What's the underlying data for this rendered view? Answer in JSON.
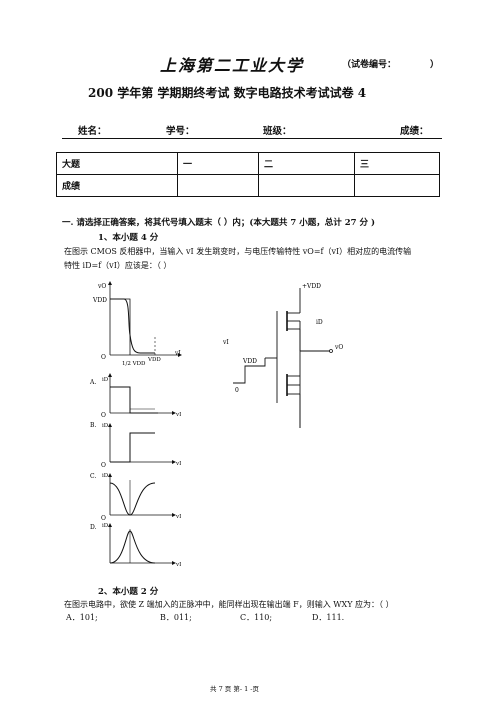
{
  "header": {
    "school": "上海第二工业大学",
    "paper_code_label": "（试卷编号：",
    "paper_code_close": "）",
    "subtitle": "200 学年第 学期期终考试 数字电路技术考试试卷 4"
  },
  "info_fields": {
    "name": "姓名：",
    "student_id": "学号：",
    "class": "班级：",
    "score": "成绩："
  },
  "score_table": {
    "row1": [
      "大题",
      "一",
      "二",
      "三"
    ],
    "row2": [
      "成绩",
      "",
      "",
      ""
    ]
  },
  "section1": {
    "title": "一. 请选择正确答案，将其代号填入题末（ ）内；(本大题共 7 小题，总计 27 分 )"
  },
  "q1": {
    "heading": "1、本小题 4 分",
    "text_line1": "在图示 CMOS 反相器中，当输入 vI 发生跳变时，与电压传输特性 vO=f（vI）相对应的电流传输",
    "text_line2": "特性 iD=f（vI）应该是：（ ）",
    "graph_labels": {
      "vo": "vO",
      "vdd": "VDD",
      "origin": "O",
      "half": "1/2 VDD",
      "vdd_axis": "VDD",
      "vi": "vI",
      "opt_a": "A.",
      "opt_b": "B.",
      "opt_c": "C.",
      "opt_d": "D.",
      "id": "iD"
    },
    "circuit_labels": {
      "supply": "+VDD",
      "id": "iD",
      "vi": "vI",
      "vo": "vO",
      "vdd": "VDD",
      "zero": "0"
    }
  },
  "q2": {
    "heading": "2、本小题 2 分",
    "text": "在图示电路中，欲使 Z 端加入的正脉冲中，能同样出现在输出端 F，则输入 WXY 应为：（ ）",
    "options": [
      "A．101;",
      "B．011;",
      "C．110;",
      "D．111."
    ]
  },
  "footer": "共 7 页 第- 1 -页"
}
